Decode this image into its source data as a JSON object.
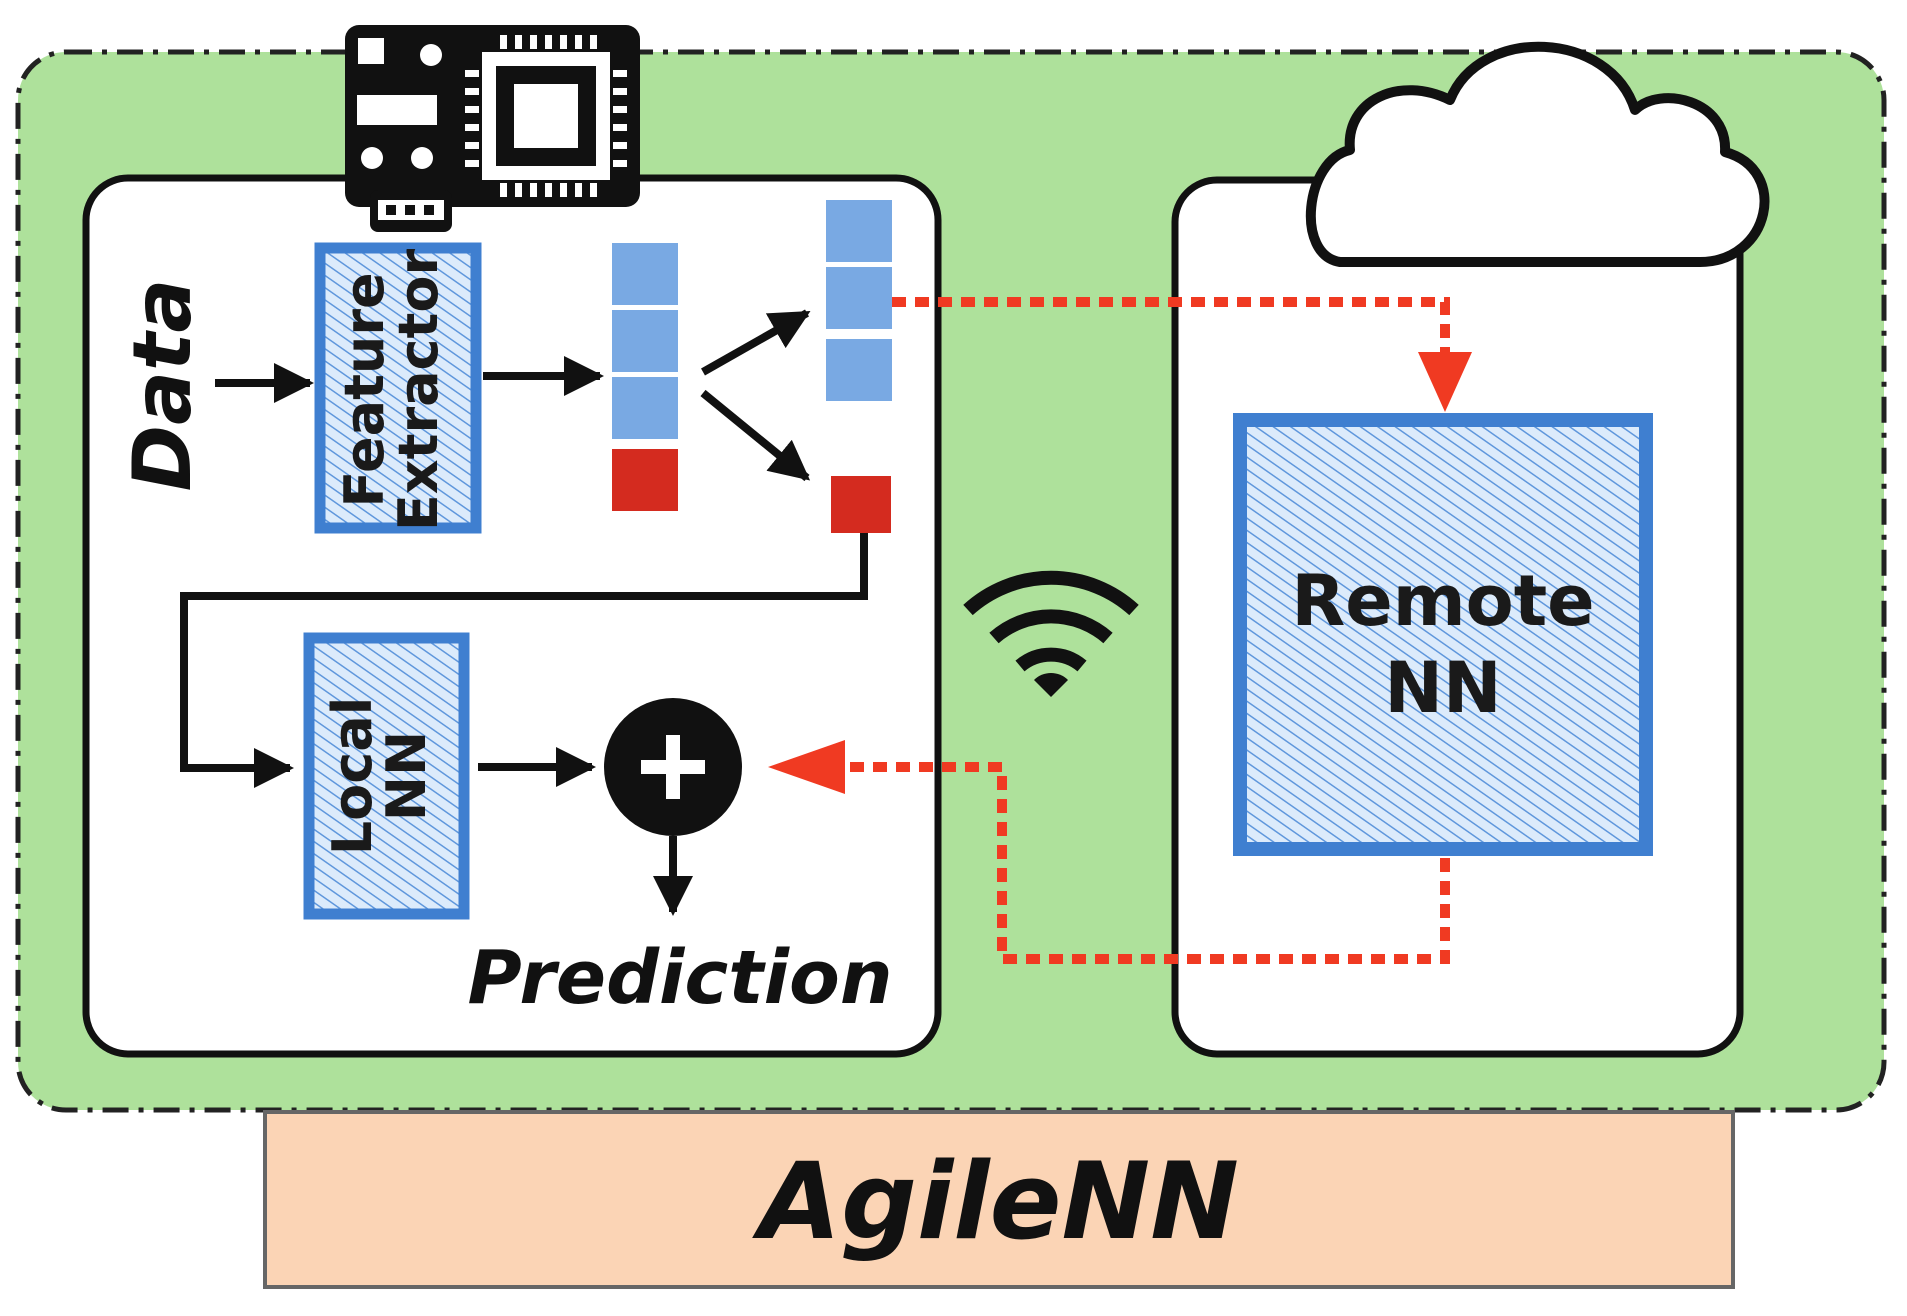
{
  "labels": {
    "data": "Data",
    "feature_extractor_line1": "Feature",
    "feature_extractor_line2": "Extractor",
    "local_nn_line1": "Local",
    "local_nn_line2": "NN",
    "remote_nn_line1": "Remote",
    "remote_nn_line2": "NN",
    "prediction": "Prediction",
    "footer": "AgileNN"
  },
  "icons": {
    "device": "circuit-board-icon",
    "cloud": "cloud-icon",
    "wireless": "wifi-icon",
    "combine": "plus-icon"
  },
  "colors": {
    "panel_green": "#aee19b",
    "module_blue": "#3f7fd0",
    "feature_light_blue": "#79a9e3",
    "feature_red": "#d42b1f",
    "dashed_red": "#f03a22",
    "footer_peach": "#fbd4b5"
  }
}
